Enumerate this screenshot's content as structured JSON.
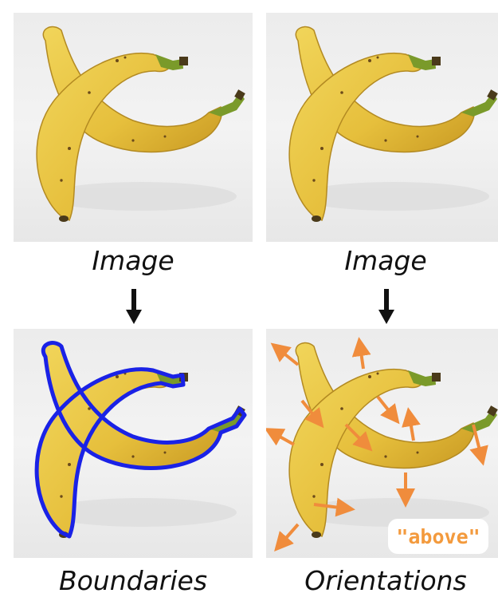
{
  "captions": {
    "top_left": "Image",
    "top_right": "Image",
    "bottom_left": "Boundaries",
    "bottom_right": "Orientations"
  },
  "badge": {
    "text": "\"above\""
  },
  "colors": {
    "boundary": "#1a22e6",
    "orientation_arrow": "#f08c3c",
    "banana": "#e9c64a",
    "stem": "#7a9a2a"
  }
}
